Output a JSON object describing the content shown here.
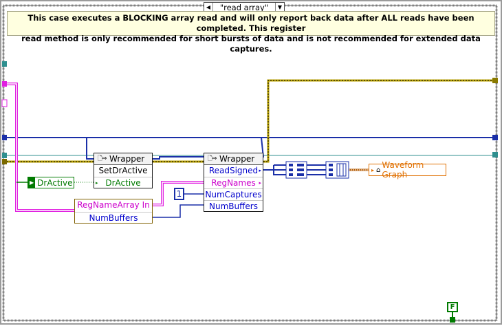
{
  "case_selector": {
    "value": "\"read array\"",
    "left_arrow": "◀",
    "right_arrow": "▼"
  },
  "comment": {
    "line1": "This case executes a BLOCKING array read and will only report back data after ALL reads have been completed. This register",
    "line2": "read method is only recommended for short bursts of data and is not recommended for extended data captures."
  },
  "wrapper1": {
    "title": "Wrapper",
    "method": "SetDrActive",
    "terminal": "DrActive"
  },
  "wrapper2": {
    "title": "Wrapper",
    "terminals": [
      "ReadSigned",
      "RegNames",
      "NumCaptures",
      "NumBuffers"
    ]
  },
  "dr_active_control": {
    "label": "DrActive"
  },
  "reg_unbundle": {
    "terminals": [
      "RegNameArray In",
      "NumBuffers"
    ]
  },
  "constant_one": {
    "value": "1"
  },
  "waveform_graph": {
    "label": "Waveform Graph"
  },
  "false_constant": {
    "value": "F"
  },
  "colors": {
    "blue_wire": "#1a2fa8",
    "teal_wire": "#2f8f8f",
    "pink_wire": "#e020e0",
    "yellow_wire": "#b8a000",
    "orange_label": "#e07000",
    "green_label": "#007a00"
  }
}
